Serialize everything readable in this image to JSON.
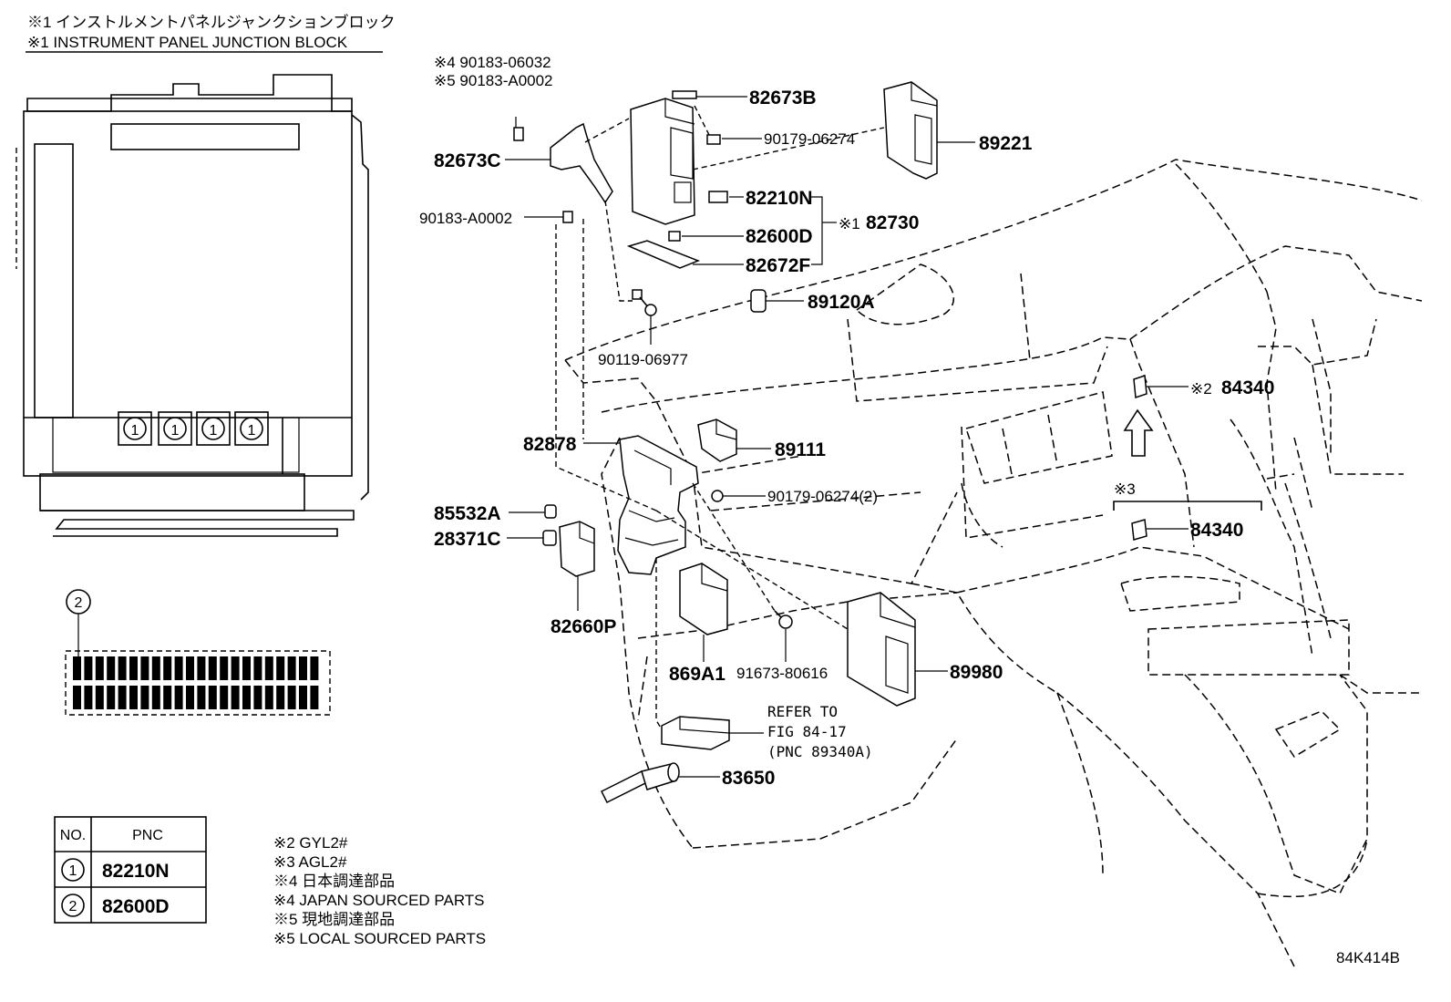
{
  "header": {
    "title_jp": "※1 インストルメントパネルジャンクションブロック",
    "title_en": "※1 INSTRUMENT PANEL JUNCTION BLOCK"
  },
  "callouts": {
    "c1": "1",
    "c2": "2"
  },
  "parts": {
    "p_90183_06032": "※4 90183-06032",
    "p_90183_a0002_top": "※5 90183-A0002",
    "p_82673C": "82673C",
    "p_90183_a0002": "90183-A0002",
    "p_82673B": "82673B",
    "p_90179_06274": "90179-06274",
    "p_89221": "89221",
    "p_82210N": "82210N",
    "p_82730_mark": "※1",
    "p_82730": "82730",
    "p_82600D": "82600D",
    "p_82672F": "82672F",
    "p_89120A": "89120A",
    "p_90119_06977": "90119-06977",
    "p_84340_mark": "※2",
    "p_84340_top": "84340",
    "p_82878": "82878",
    "p_89111": "89111",
    "p_90179_06274_2": "90179-06274(2)",
    "p_mark3": "※3",
    "p_84340": "84340",
    "p_85532A": "85532A",
    "p_28371C": "28371C",
    "p_82660P": "82660P",
    "p_869A1": "869A1",
    "p_91673_80616": "91673-80616",
    "p_89980": "89980",
    "refer_1": "REFER TO",
    "refer_2": "FIG 84-17",
    "refer_3": "(PNC 89340A)",
    "p_83650": "83650"
  },
  "table": {
    "headers": [
      "NO.",
      "PNC"
    ],
    "rows": [
      {
        "no": "1",
        "pnc": "82210N"
      },
      {
        "no": "2",
        "pnc": "82600D"
      }
    ]
  },
  "notes": [
    "※2 GYL2#",
    "※3 AGL2#",
    "※4 日本調達部品",
    "※4 JAPAN SOURCED PARTS",
    "※5 現地調達部品",
    "※5 LOCAL SOURCED PARTS"
  ],
  "figure_code": "84K414B"
}
